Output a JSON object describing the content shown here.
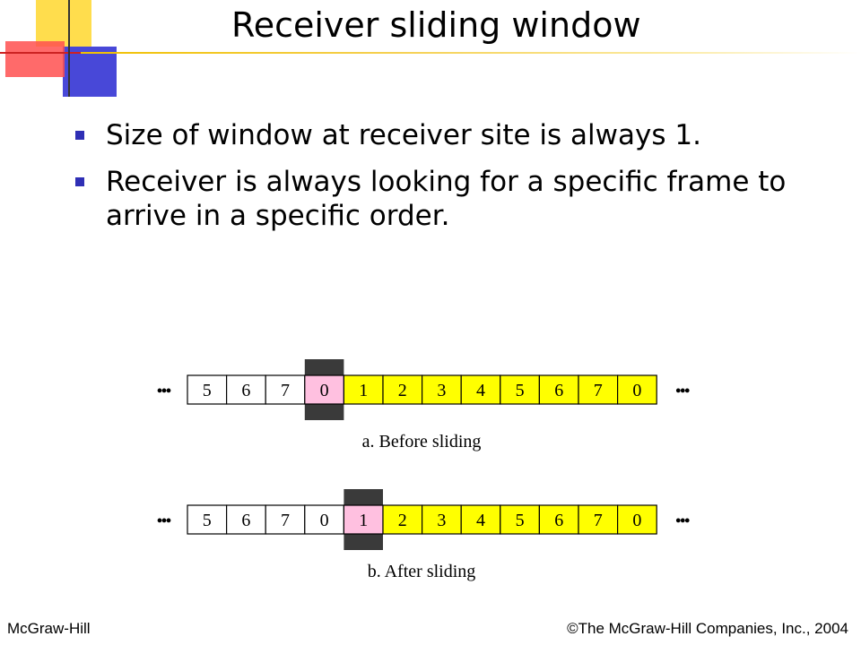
{
  "slide": {
    "title": "Receiver sliding window",
    "bullets": [
      "Size of window at receiver site is always 1.",
      "Receiver is always looking for a specific frame to arrive in a specific order."
    ]
  },
  "diagram": {
    "ellipsis": "•••",
    "before": {
      "caption": "a. Before sliding",
      "frames": [
        "5",
        "6",
        "7",
        "0",
        "1",
        "2",
        "3",
        "4",
        "5",
        "6",
        "7",
        "0"
      ],
      "window_index": 3
    },
    "after": {
      "caption": "b. After sliding",
      "frames": [
        "5",
        "6",
        "7",
        "0",
        "1",
        "2",
        "3",
        "4",
        "5",
        "6",
        "7",
        "0"
      ],
      "window_index": 4
    },
    "colors": {
      "window_frame": "#ffc0e0",
      "waiting_frames": "#ffff00",
      "received_frames": "#ffffff",
      "window_marker": "#3a3a3a"
    }
  },
  "footer": {
    "left": "McGraw-Hill",
    "right": "©The McGraw-Hill Companies, Inc., 2004"
  }
}
